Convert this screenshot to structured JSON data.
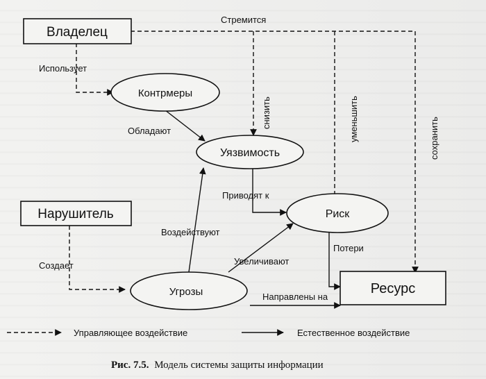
{
  "nodes": {
    "owner": "Владелец",
    "countermeasures": "Контрмеры",
    "vulnerability": "Уязвимость",
    "intruder": "Нарушитель",
    "risk": "Риск",
    "threats": "Угрозы",
    "resource": "Ресурс"
  },
  "edges": {
    "strives": "Стремится",
    "uses": "Использует",
    "possess": "Обладают",
    "reduce": "снизить",
    "decrease": "уменьшить",
    "preserve": "сохранить",
    "lead_to": "Приводят к",
    "impact": "Воздействуют",
    "creates": "Создает",
    "increase": "Увеличивают",
    "losses": "Потери",
    "directed_at": "Направлены на"
  },
  "legend": {
    "control": "Управляющее воздействие",
    "natural": "Естественное воздействие"
  },
  "caption": {
    "number": "Рис. 7.5.",
    "text": "Модель системы защиты информации"
  }
}
